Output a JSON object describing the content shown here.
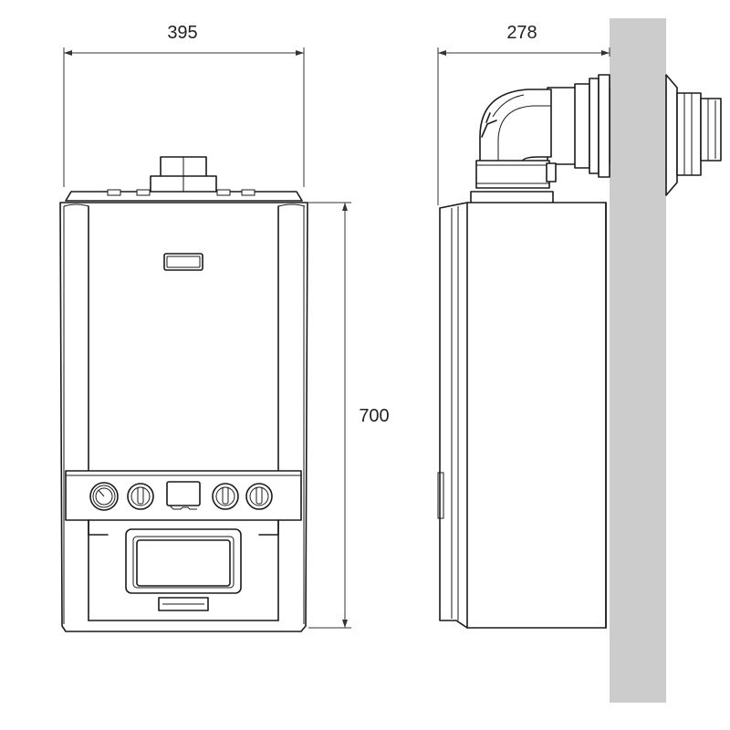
{
  "dimensions": {
    "width": "395",
    "depth": "278",
    "height": "700"
  },
  "colors": {
    "wall": "#cccccc",
    "line": "#1a1a1a",
    "background": "#ffffff"
  },
  "icons": [
    "pressure-gauge-icon",
    "control-knob-icon",
    "display-icon"
  ]
}
